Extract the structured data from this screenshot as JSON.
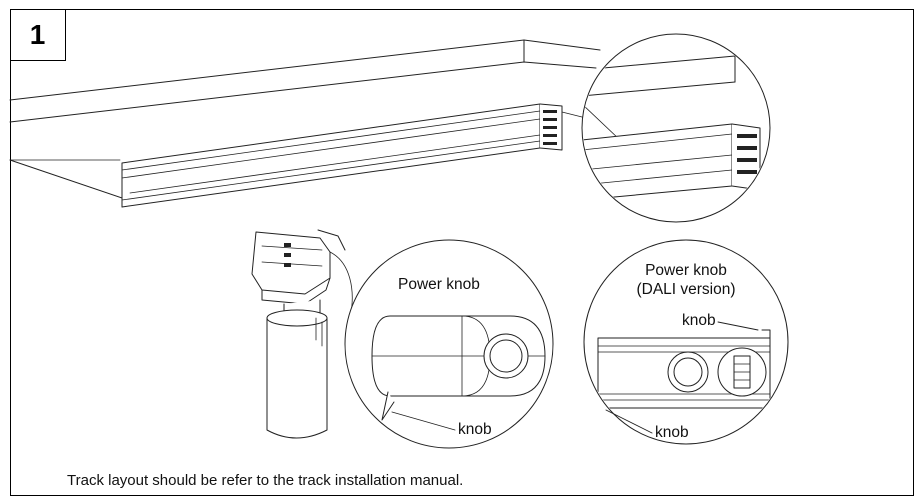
{
  "step": {
    "number": "1"
  },
  "labels": {
    "power_knob": "Power knob",
    "power_knob_dali_line1": "Power knob",
    "power_knob_dali_line2": "(DALI version)",
    "knob_left": "knob",
    "knob_dali_top": "knob",
    "knob_dali_bottom": "knob"
  },
  "note": "Track layout should be refer to the track installation manual."
}
